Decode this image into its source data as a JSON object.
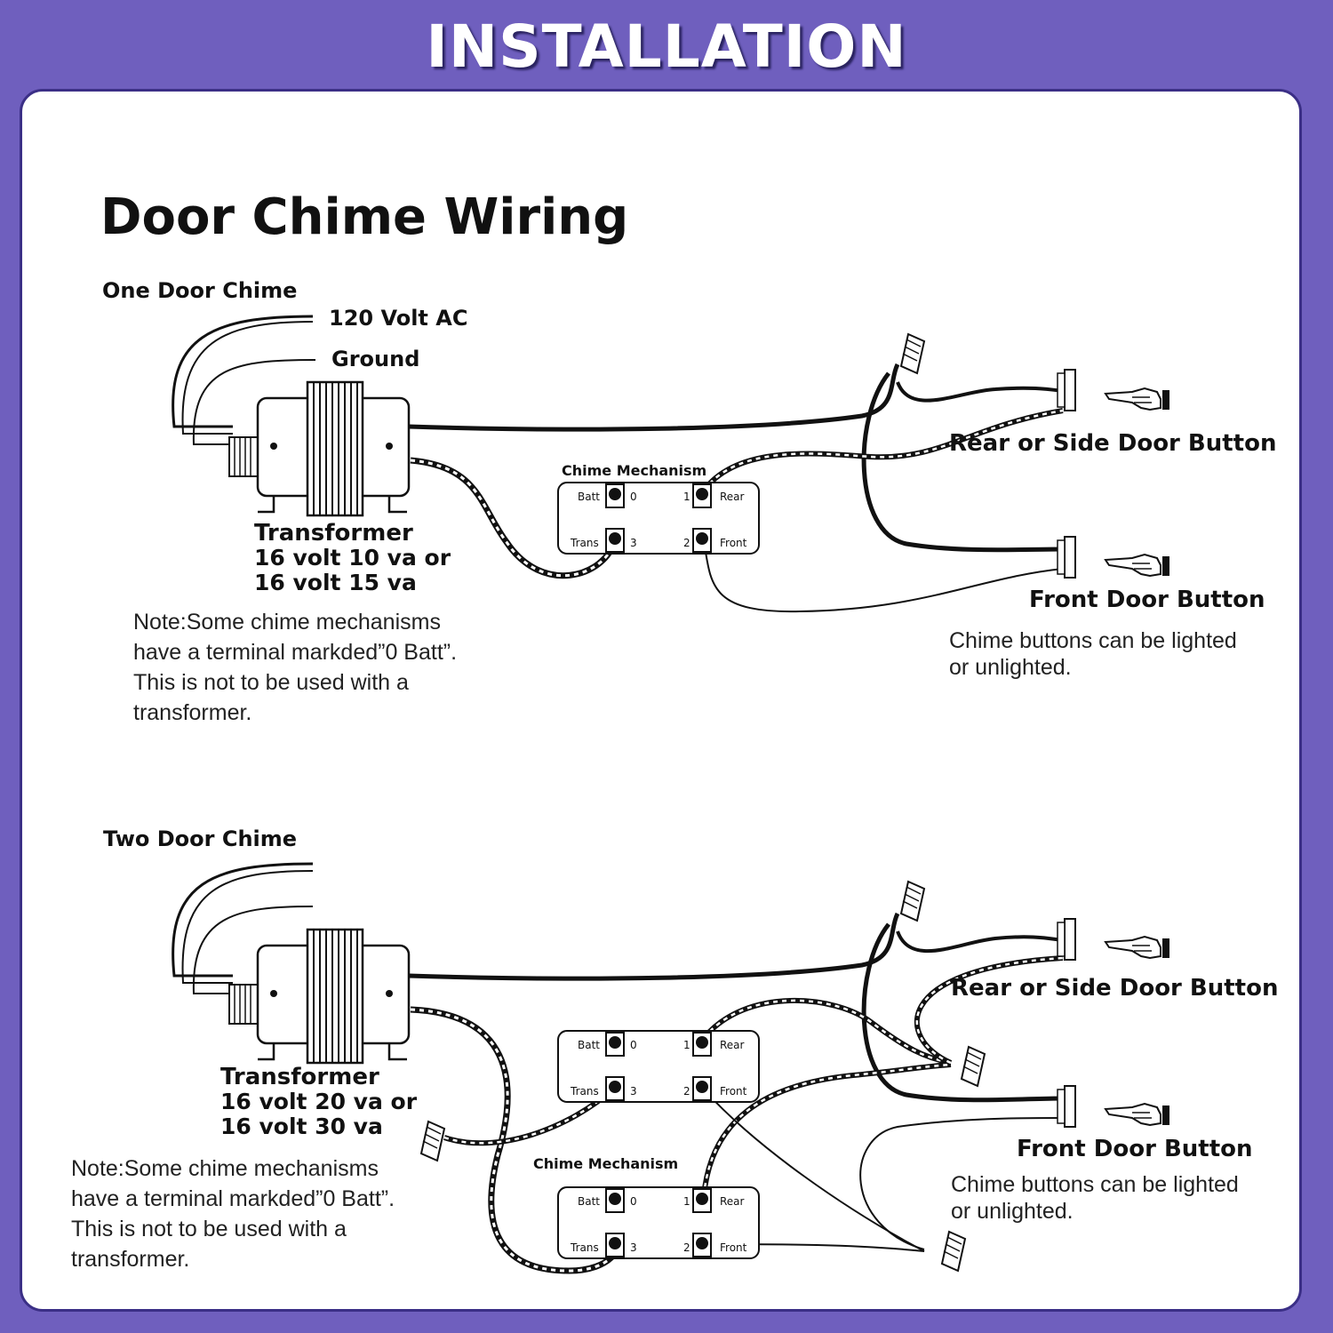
{
  "header": {
    "title": "INSTALLATION"
  },
  "main_title": "Door Chime Wiring",
  "one_door": {
    "section_title": "One Door Chime",
    "label_120v": "120 Volt AC",
    "label_ground": "Ground",
    "chime_label": "Chime Mechanism",
    "terminals": {
      "batt": "Batt",
      "zero": "0",
      "one": "1",
      "rear": "Rear",
      "trans": "Trans",
      "three": "3",
      "two": "2",
      "front": "Front"
    },
    "transformer_title": "Transformer",
    "transformer_line1": "16 volt 10 va  or",
    "transformer_line2": "16 volt 15 va",
    "note_lines": [
      "Note:Some chime mechanisms",
      "have a terminal markded”0 Batt”.",
      "This is not to be used with a",
      "transformer."
    ],
    "rear_button_label": "Rear or Side Door Button",
    "front_button_label": "Front Door Button",
    "button_note_lines": [
      "Chime buttons can be lighted",
      "or unlighted."
    ]
  },
  "two_door": {
    "section_title": "Two Door Chime",
    "chime_label": "Chime Mechanism",
    "terminals": {
      "batt": "Batt",
      "zero": "0",
      "one": "1",
      "rear": "Rear",
      "trans": "Trans",
      "three": "3",
      "two": "2",
      "front": "Front"
    },
    "transformer_title": "Transformer",
    "transformer_line1": "16 volt 20 va or",
    "transformer_line2": "16 volt 30 va",
    "note_lines": [
      "Note:Some chime mechanisms",
      "have a terminal markded”0 Batt”.",
      "This is not to be used with a",
      "transformer."
    ],
    "rear_button_label": "Rear or Side Door Button",
    "front_button_label": "Front Door Button",
    "button_note_lines": [
      "Chime buttons can be lighted",
      "or unlighted."
    ]
  },
  "colors": {
    "background": "#6f5fbe",
    "panel_border": "#3b2f86",
    "wire": "#111111"
  }
}
